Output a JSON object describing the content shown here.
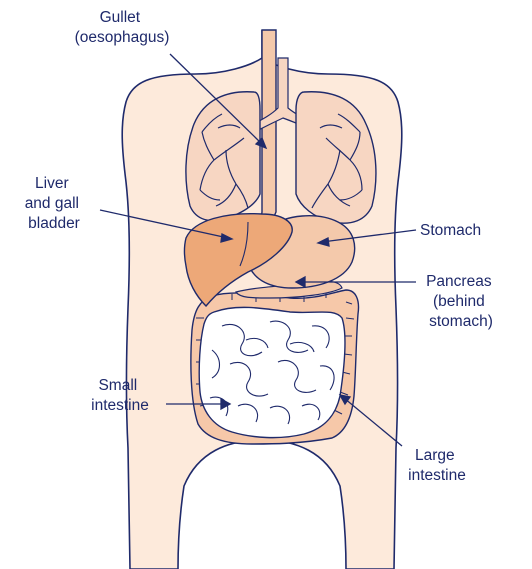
{
  "colors": {
    "ink": "#1f2a6b",
    "body_fill": "#fdeadb",
    "lung_fill": "#f7d6c2",
    "liver_fill": "#eda878",
    "stomach_fill": "#f4c9ab",
    "intestine_fill": "#f6c8a9",
    "small_intestine_fill": "#ffffff"
  },
  "labels": {
    "gullet": [
      "Gullet",
      "(oesophagus)"
    ],
    "liver": [
      "Liver",
      "and gall",
      "bladder"
    ],
    "stomach": [
      "Stomach"
    ],
    "pancreas": [
      "Pancreas",
      "(behind",
      "stomach)"
    ],
    "small_intestine": [
      "Small",
      "intestine"
    ],
    "large_intestine": [
      "Large",
      "intestine"
    ]
  }
}
